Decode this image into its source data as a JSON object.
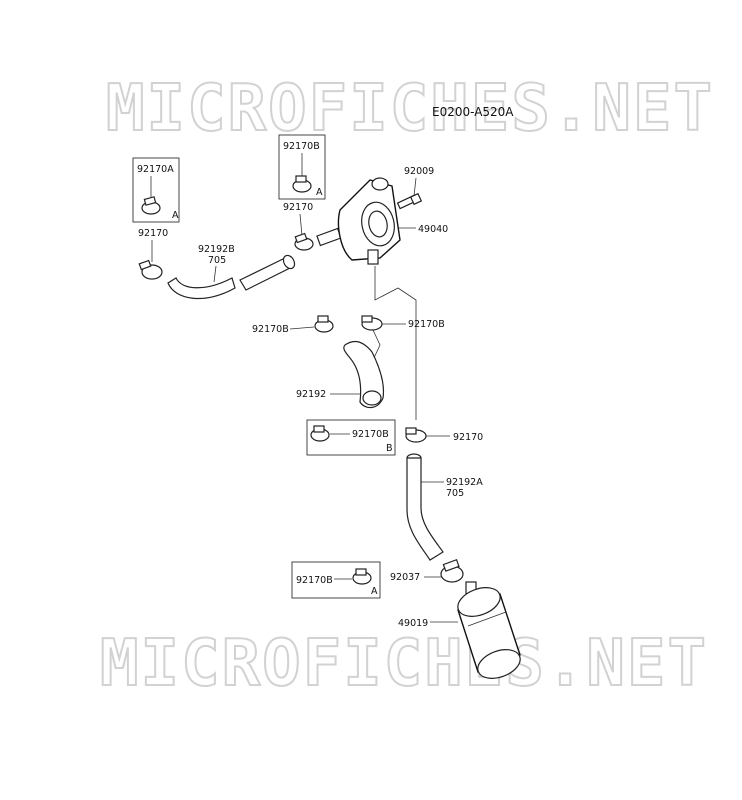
{
  "diagram": {
    "code": "E0200-A520A",
    "watermark": "MICROFICHES.NET",
    "labels": {
      "box1_part": "92170A",
      "box1_tag": "A",
      "clamp_left": "92170",
      "hose_b_code": "92192B",
      "hose_b_len": "705",
      "box2_part": "92170B",
      "box2_tag": "A",
      "clamp_pump": "92170",
      "bolt": "92009",
      "pump": "49040",
      "clamp_mid_left": "92170B",
      "clamp_mid_right": "92170B",
      "hose_c": "92192",
      "box3_part": "92170B",
      "box3_tag": "B",
      "clamp_right": "92170",
      "hose_a_code": "92192A",
      "hose_a_len": "705",
      "box4_part": "92170B",
      "box4_tag": "A",
      "clamp_filter": "92037",
      "filter": "49019"
    }
  }
}
